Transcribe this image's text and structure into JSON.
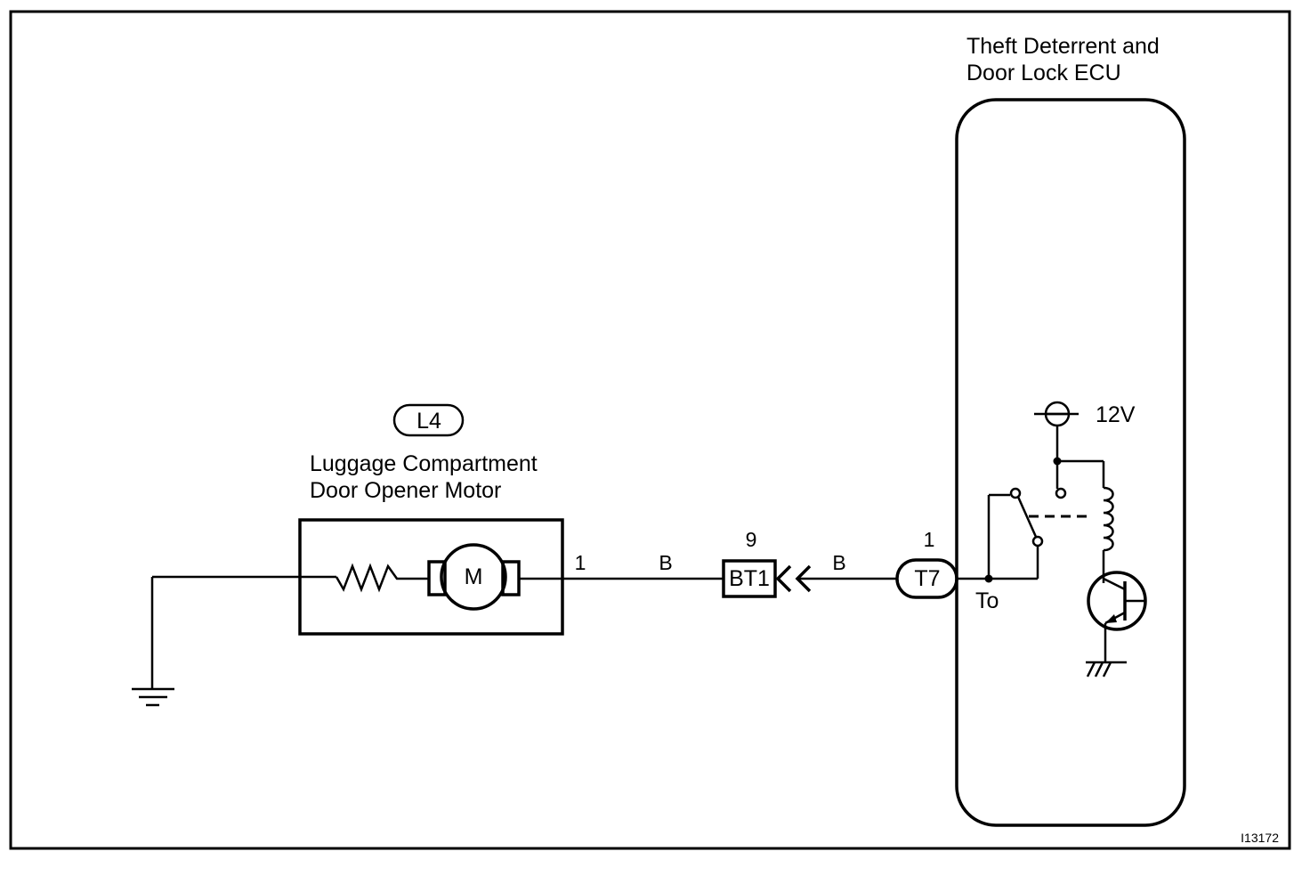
{
  "ecu": {
    "title_line1": "Theft Deterrent and",
    "title_line2": "Door Lock ECU",
    "terminal_pin": "1",
    "connector": "T7",
    "terminal_name": "To",
    "supply_voltage": "12V"
  },
  "motor": {
    "connector": "L4",
    "name_line1": "Luggage Compartment",
    "name_line2": "Door Opener Motor",
    "pin": "1",
    "symbol": "M"
  },
  "junction": {
    "connector": "BT1",
    "pin": "9"
  },
  "wires": {
    "left_color": "B",
    "right_color": "B"
  },
  "figure_id": "I13172"
}
